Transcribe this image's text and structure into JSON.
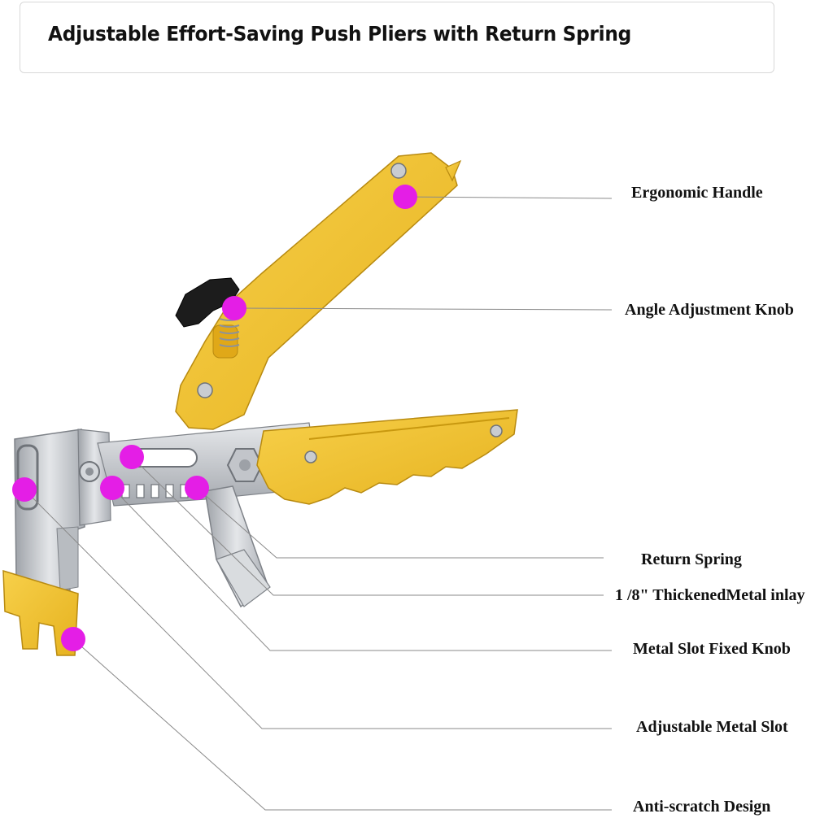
{
  "header": {
    "title": "Adjustable Effort-Saving Push Pliers with Return Spring"
  },
  "callouts": [
    {
      "label": "Ergonomic Handle"
    },
    {
      "label": "Angle Adjustment Knob"
    },
    {
      "label": "Return Spring"
    },
    {
      "label": "1 /8\" ThickenedMetal inlay"
    },
    {
      "label": "Metal Slot Fixed Knob"
    },
    {
      "label": "Adjustable Metal Slot"
    },
    {
      "label": "Anti-scratch Design"
    }
  ],
  "colors": {
    "handle_yellow": "#f2c22e",
    "marker_magenta": "#e41ee6",
    "metal_silver": "#c9ccd0",
    "knob_black": "#1a1a1a",
    "leader_line": "#8a8a8a"
  }
}
